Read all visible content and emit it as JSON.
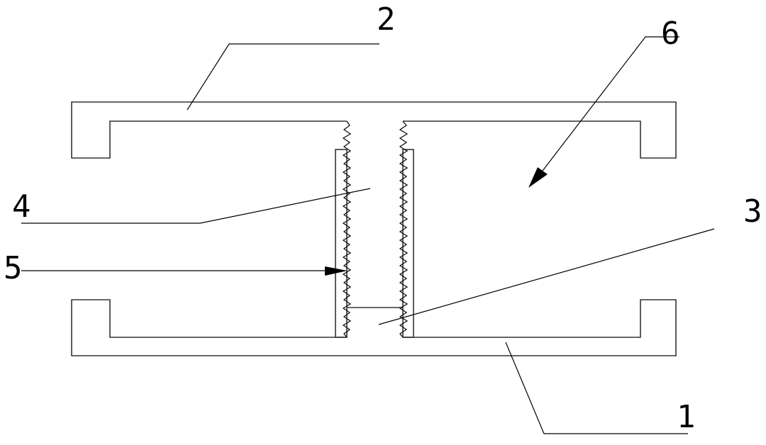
{
  "figure": {
    "labels": {
      "l1": "1",
      "l2": "2",
      "l3": "3",
      "l4": "4",
      "l5": "5",
      "l6": "6"
    }
  }
}
